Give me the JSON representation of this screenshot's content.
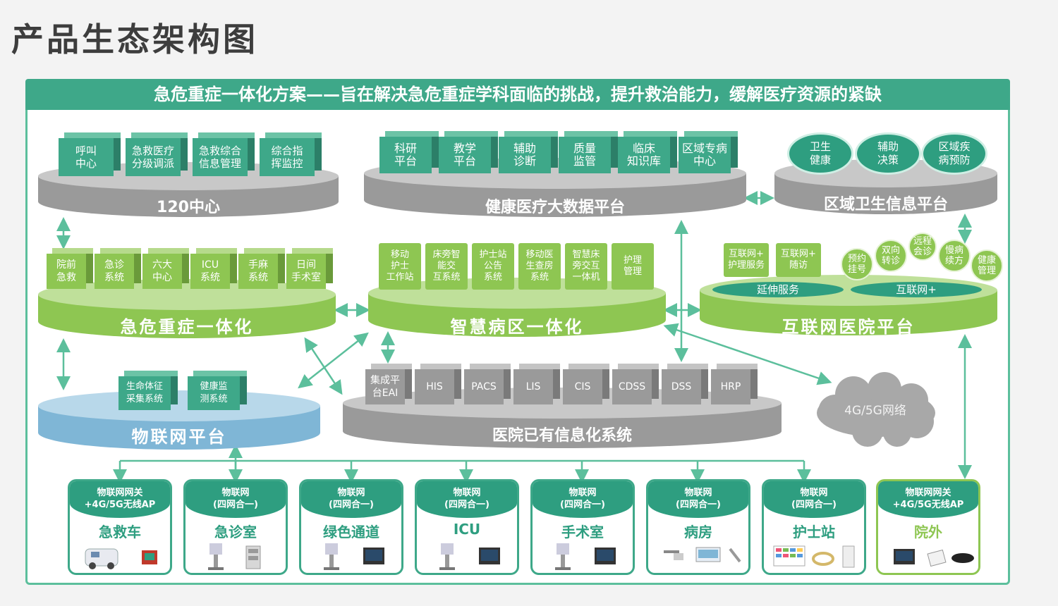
{
  "title": "产品生态架构图",
  "banner": "急危重症一体化方案——旨在解决急危重症学科面临的挑战，提升救治能力，缓解医疗资源的紧缺",
  "center120": {
    "label": "120中心",
    "cubes": [
      "呼叫\n中心",
      "急救医疗\n分级调派",
      "急救综合\n信息管理",
      "综合指\n挥监控"
    ]
  },
  "bigdata": {
    "label": "健康医疗大数据平台",
    "cubes": [
      "科研\n平台",
      "教学\n平台",
      "辅助\n诊断",
      "质量\n监管",
      "临床\n知识库",
      "区域专病\n中心"
    ]
  },
  "regional": {
    "label": "区域卫生信息平台",
    "circles": [
      "卫生\n健康",
      "辅助\n决策",
      "区域疾\n病预防"
    ]
  },
  "critical": {
    "label": "急危重症一体化",
    "cubes": [
      "院前\n急救",
      "急诊\n系统",
      "六大\n中心",
      "ICU\n系统",
      "手麻\n系统",
      "日间\n手术室"
    ]
  },
  "ward": {
    "label": "智慧病区一体化",
    "tiles": [
      "移动\n护士\n工作站",
      "床旁智\n能交\n互系统",
      "护士站\n公告\n系统",
      "移动医\n生查房\n系统",
      "智慧床\n旁交互\n一体机",
      "护理\n管理"
    ]
  },
  "internet": {
    "label": "互联网医院平台",
    "tiles": [
      "互联网+\n护理服务",
      "互联网+\n随访"
    ],
    "circles": [
      "预约\n挂号",
      "双向\n转诊",
      "远程\n会诊",
      "慢病\n续方",
      "健康\n管理"
    ],
    "pills": [
      "延伸服务",
      "互联网+"
    ]
  },
  "iot": {
    "label": "物联网平台",
    "cubes": [
      "生命体征\n采集系统",
      "健康监\n测系统"
    ]
  },
  "hospital": {
    "label": "医院已有信息化系统",
    "cubes": [
      "集成平\n台EAI",
      "HIS",
      "PACS",
      "LIS",
      "CIS",
      "CDSS",
      "DSS",
      "HRP"
    ]
  },
  "cloud": "4G/5G网络",
  "cards": [
    {
      "header": "物联网网关\n+4G/5G无线AP",
      "name": "急救车"
    },
    {
      "header": "物联网\n(四网合一)",
      "name": "急诊室"
    },
    {
      "header": "物联网\n(四网合一)",
      "name": "绿色通道"
    },
    {
      "header": "物联网\n(四网合一)",
      "name": "ICU"
    },
    {
      "header": "物联网\n(四网合一)",
      "name": "手术室"
    },
    {
      "header": "物联网\n(四网合一)",
      "name": "病房"
    },
    {
      "header": "物联网\n(四网合一)",
      "name": "护士站"
    },
    {
      "header": "物联网网关\n+4G/5G无线AP",
      "name": "院外"
    }
  ],
  "colors": {
    "teal": "#3ea889",
    "green": "#8ec652",
    "gray": "#9a9a9a",
    "blue": "#7fb6d6"
  }
}
